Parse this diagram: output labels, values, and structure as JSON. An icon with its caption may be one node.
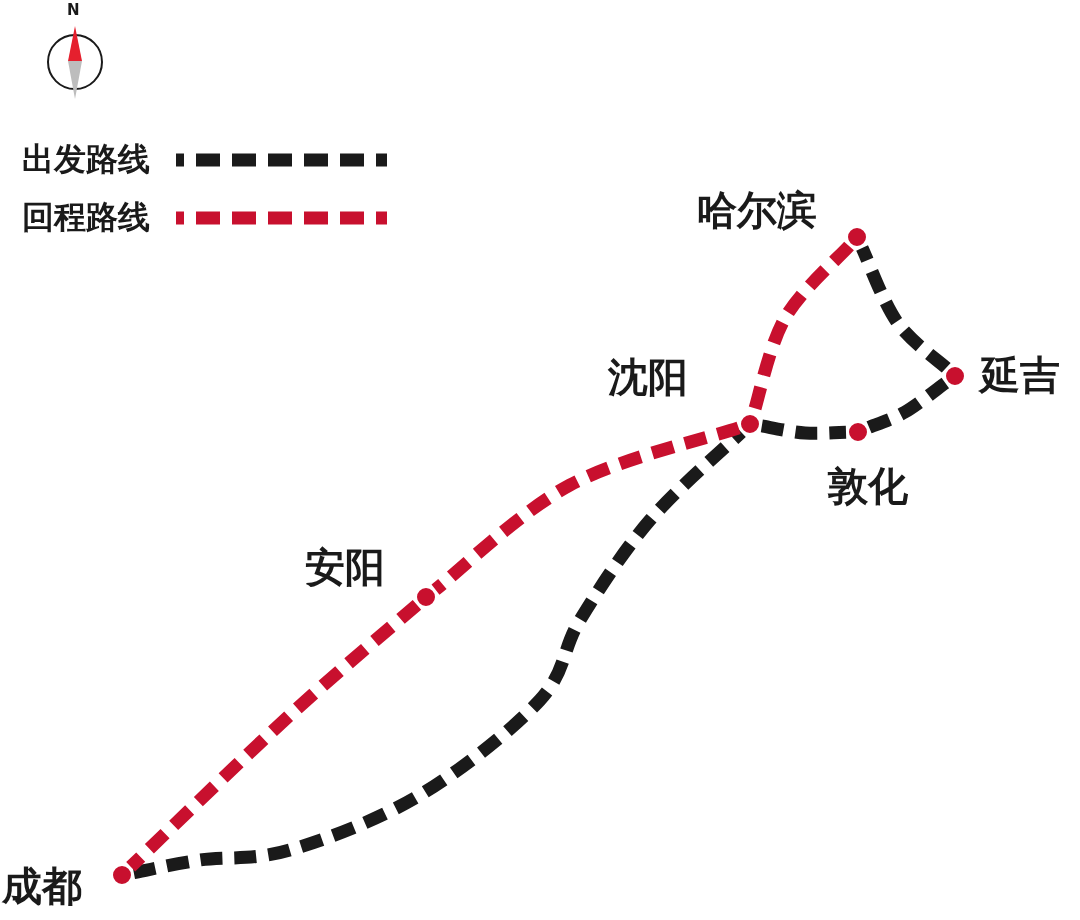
{
  "diagram": {
    "nodes": [
      {
        "text": [],
        "shape": "circle",
        "beside": [
          "哈尔滨"
        ]
      },
      {
        "text": [],
        "shape": "circle",
        "beside": [
          "延吉"
        ]
      },
      {
        "text": [],
        "shape": "circle",
        "beside": [
          "沈阳"
        ]
      },
      {
        "text": [],
        "shape": "circle",
        "beside": [
          "敦化"
        ]
      },
      {
        "text": [],
        "shape": "circle",
        "beside": [
          "安阳"
        ]
      },
      {
        "text": [],
        "shape": "circle",
        "beside": [
          "成都"
        ]
      }
    ],
    "edges": [
      {
        "from": 5,
        "to": 2,
        "arrow": "none",
        "style": "dashed"
      },
      {
        "from": 2,
        "to": 3,
        "arrow": "none",
        "style": "dashed"
      },
      {
        "from": 3,
        "to": 1,
        "arrow": "none",
        "style": "dashed"
      },
      {
        "from": 1,
        "to": 0,
        "arrow": "none",
        "style": "dashed"
      },
      {
        "from": 0,
        "to": 2,
        "arrow": "none",
        "style": "dashed",
        "color": "#c8102e"
      },
      {
        "from": 2,
        "to": 4,
        "arrow": "none",
        "style": "dashed",
        "color": "#c8102e"
      },
      {
        "from": 4,
        "to": 5,
        "arrow": "none",
        "style": "dashed",
        "color": "#c8102e"
      }
    ],
    "labels": [
      "N"
    ],
    "legend": [
      {
        "text": "出发路线"
      },
      {
        "text": "回程路线"
      }
    ]
  }
}
